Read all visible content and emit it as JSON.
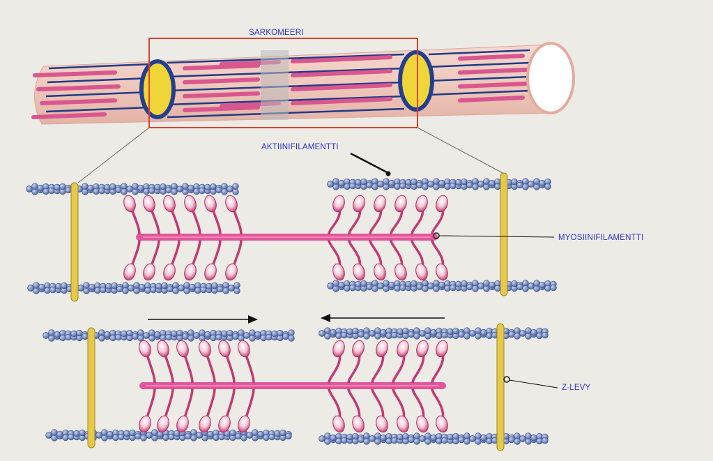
{
  "labels": {
    "sarcomere": "SARKOMEERI",
    "actin": "AKTIINIFILAMENTTI",
    "myosin": "MYOSIINIFILAMENTTI",
    "zdisc": "Z-LEVY"
  },
  "colors": {
    "background": "#ecebe6",
    "label_text": "#2b33c9",
    "sarcomere_box": "#e0402f",
    "actin_bead": "#5a74b0",
    "myosin": "#cc3a78",
    "z_disc": "#e2c94a",
    "thick_filament": "#d9578f",
    "thin_filament": "#1f3a88",
    "fiber_body": "#efc9be"
  },
  "icons": [
    "arrow-right-icon",
    "arrow-left-icon"
  ]
}
